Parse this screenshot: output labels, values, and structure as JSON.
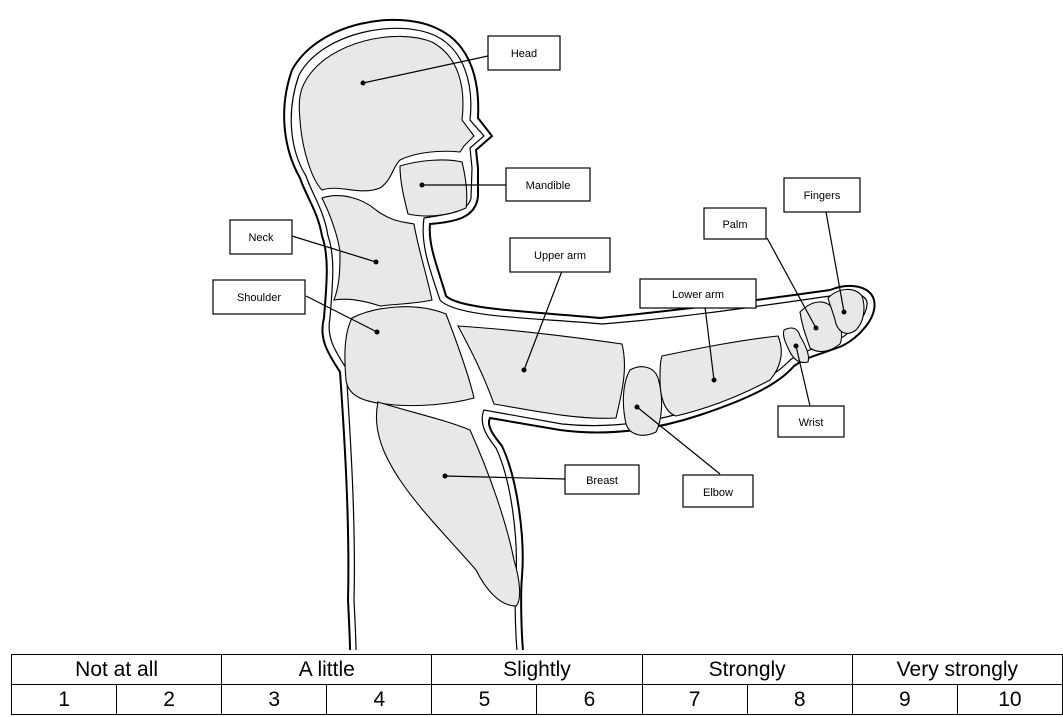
{
  "diagram": {
    "labels": {
      "head": "Head",
      "mandible": "Mandible",
      "neck": "Neck",
      "shoulder": "Shoulder",
      "upper_arm": "Upper arm",
      "lower_arm": "Lower arm",
      "palm": "Palm",
      "fingers": "Fingers",
      "wrist": "Wrist",
      "elbow": "Elbow",
      "breast": "Breast"
    },
    "region_fill": "#e8e8e8"
  },
  "scale": {
    "categories": [
      "Not at all",
      "A little",
      "Slightly",
      "Strongly",
      "Very strongly"
    ],
    "values": [
      "1",
      "2",
      "3",
      "4",
      "5",
      "6",
      "7",
      "8",
      "9",
      "10"
    ]
  }
}
